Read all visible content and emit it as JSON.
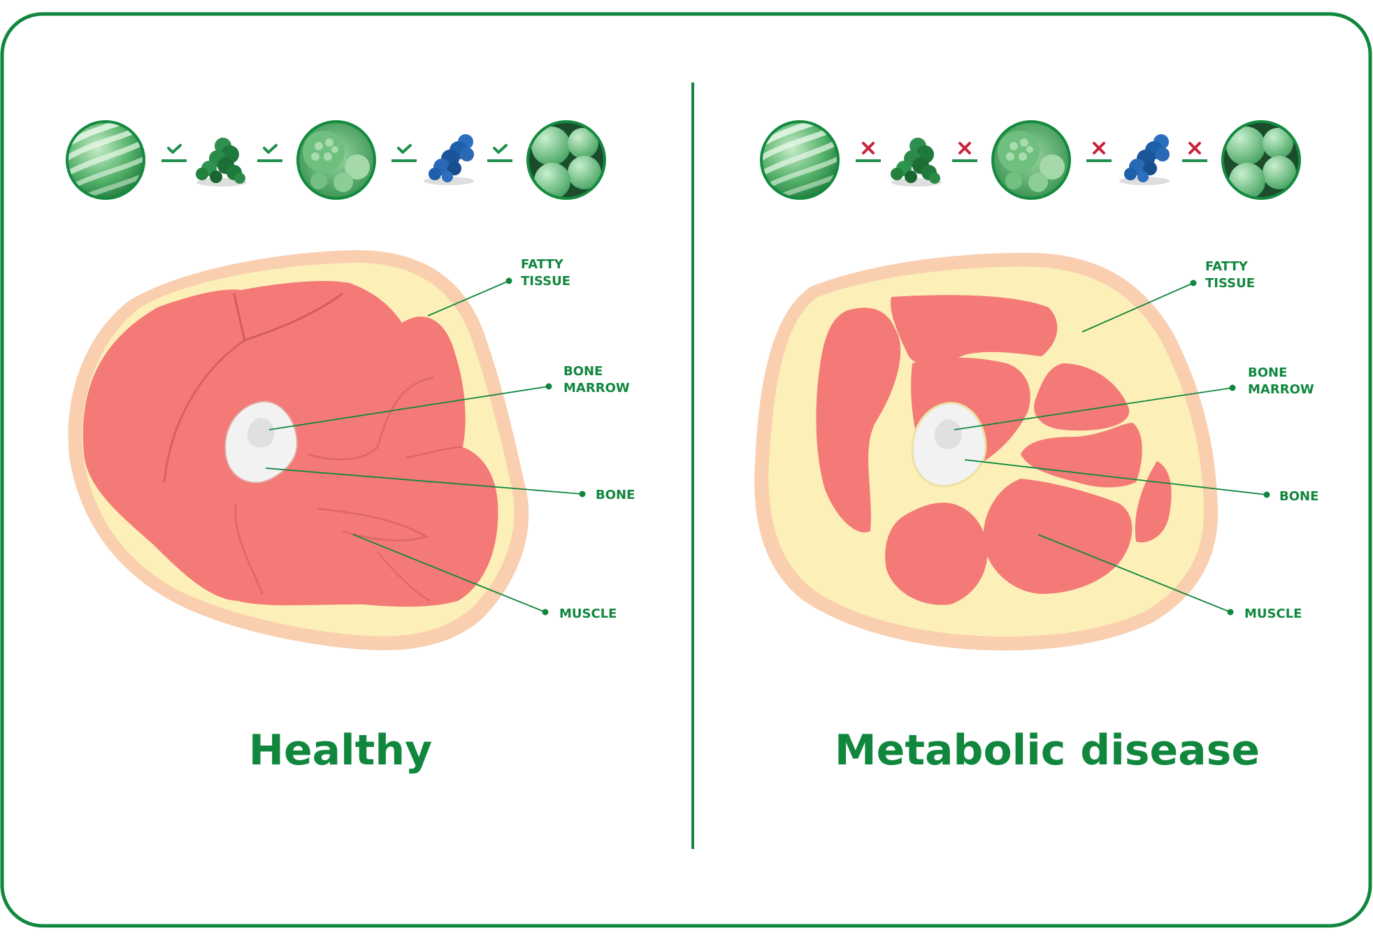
{
  "panels": {
    "healthy": {
      "title": "Healthy",
      "labels": {
        "fatty_tissue": [
          "FATTY",
          "TISSUE"
        ],
        "bone_marrow": [
          "BONE",
          "MARROW"
        ],
        "bone": "BONE",
        "muscle": "MUSCLE"
      },
      "chain_status": "check"
    },
    "disease": {
      "title": "Metabolic disease",
      "labels": {
        "fatty_tissue": [
          "FATTY",
          "TISSUE"
        ],
        "bone_marrow": [
          "BONE",
          "MARROW"
        ],
        "bone": "BONE",
        "muscle": "MUSCLE"
      },
      "chain_status": "cross"
    }
  },
  "colors": {
    "frame_green": "#11873e",
    "muscle": "#f47a78",
    "muscle_line": "#c9555a",
    "fat": "#fcf0b8",
    "skin": "#f9cfb0",
    "bone": "#f2f2f2",
    "marrow": "#e0e0e0",
    "check": "#1f8f4c",
    "cross": "#c8253a",
    "protein_green": "#1d7a3c",
    "protein_blue": "#1d5fa8"
  },
  "icons": {
    "chain": [
      "tissue-fibers-icon",
      "green-protein-icon",
      "cell-cluster-icon",
      "blue-protein-icon",
      "fat-cells-icon"
    ]
  }
}
